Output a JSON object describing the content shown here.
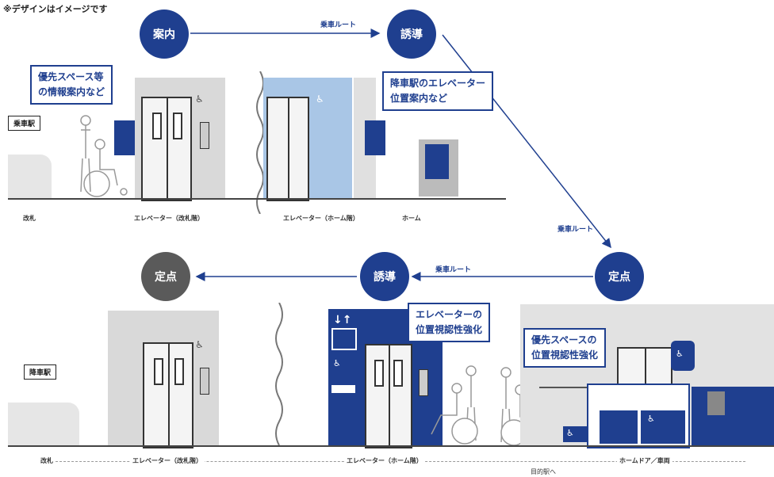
{
  "note": "※デザインはイメージです",
  "nodes": {
    "annai": "案内",
    "yudo_top": "誘導",
    "teiten_right": "定点",
    "yudo_bottom": "誘導",
    "teiten_left": "定点"
  },
  "route_label": "乗車ルート",
  "callouts": {
    "top_left": [
      "優先スペース等",
      "の情報案内など"
    ],
    "top_right": [
      "降車駅のエレベーター",
      "位置案内など"
    ],
    "bottom_mid": [
      "エレベーターの",
      "位置視認性強化"
    ],
    "bottom_right": [
      "優先スペースの",
      "位置視認性強化"
    ]
  },
  "station_tags": {
    "boarding": "乗車駅",
    "alighting": "降車駅"
  },
  "top_floor_labels": [
    "改札",
    "エレベーター（改札階）",
    "エレベーター（ホーム階）",
    "ホーム"
  ],
  "bottom_floor_labels": [
    "改札",
    "エレベーター（改札階）",
    "エレベーター（ホーム階）",
    "ホームドア／車両"
  ],
  "bottom_sublabel": "目的駅へ",
  "icons": {
    "wheelchair": "♿",
    "arrows": "↓↑"
  },
  "colors": {
    "navy": "#1f3f8f",
    "gray_node": "#5a5a5a",
    "light_blue": "#a9c6e6",
    "wall_gray": "#d9d9d9"
  }
}
